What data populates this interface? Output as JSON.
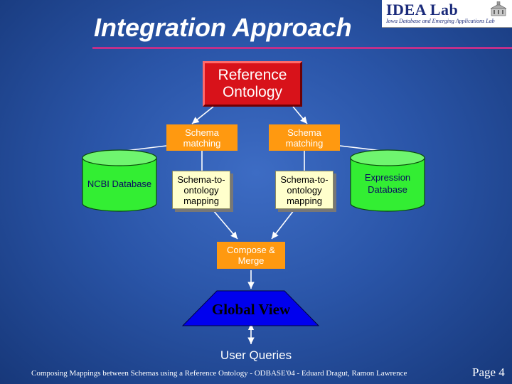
{
  "slide": {
    "title": "Integration Approach",
    "footer": "Composing Mappings between Schemas using a Reference Ontology - ODBASE'04 -  Eduard Dragut, Ramon Lawrence",
    "page": "Page 4"
  },
  "logo": {
    "name": "IDEA Lab",
    "tagline": "Iowa Database and Emerging Applications Lab"
  },
  "diagram": {
    "reference_ontology": "Reference Ontology",
    "schema_matching_left": "Schema matching",
    "schema_matching_right": "Schema matching",
    "ncbi_database": "NCBI Database",
    "expression_database": "Expression Database",
    "mapping_left": "Schema-to-ontology mapping",
    "mapping_right": "Schema-to-ontology mapping",
    "compose_merge": "Compose & Merge",
    "global_view": "Global View",
    "user_queries": "User Queries"
  },
  "colors": {
    "background": "#2a55a8",
    "ontology_box": "#d8121a",
    "process_box": "#ff9910",
    "database": "#33ee33",
    "mapping_box": "#ffffcc",
    "global_view": "#0000ee",
    "title_rule": "#c0308a"
  }
}
